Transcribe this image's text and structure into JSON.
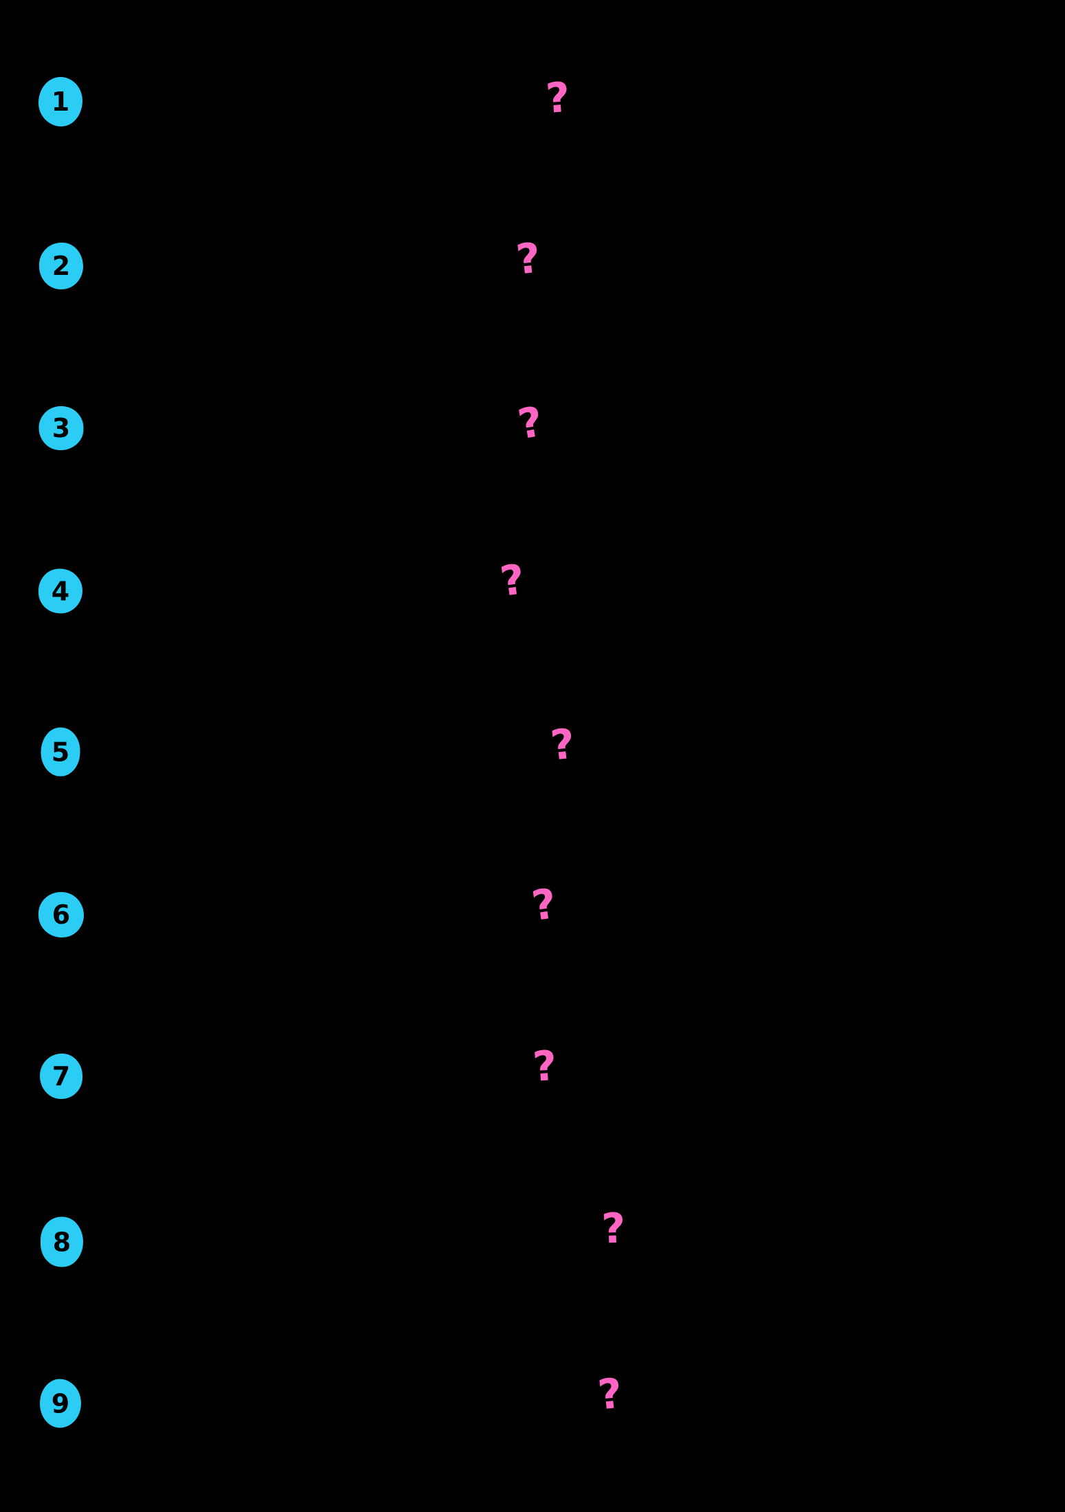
{
  "page": {
    "kind": "worksheet",
    "visible_content_note": "black page showing numbered badges and question-mark answer slots",
    "colors": {
      "background": "#000000",
      "badge_fill": "#2BCDF4",
      "badge_digit": "#000000",
      "question_mark": "#FF66C4"
    }
  },
  "questions": [
    {
      "number": "1",
      "placeholder": "?"
    },
    {
      "number": "2",
      "placeholder": "?"
    },
    {
      "number": "3",
      "placeholder": "?"
    },
    {
      "number": "4",
      "placeholder": "?"
    },
    {
      "number": "5",
      "placeholder": "?"
    },
    {
      "number": "6",
      "placeholder": "?"
    },
    {
      "number": "7",
      "placeholder": "?"
    },
    {
      "number": "8",
      "placeholder": "?"
    },
    {
      "number": "9",
      "placeholder": "?"
    }
  ]
}
